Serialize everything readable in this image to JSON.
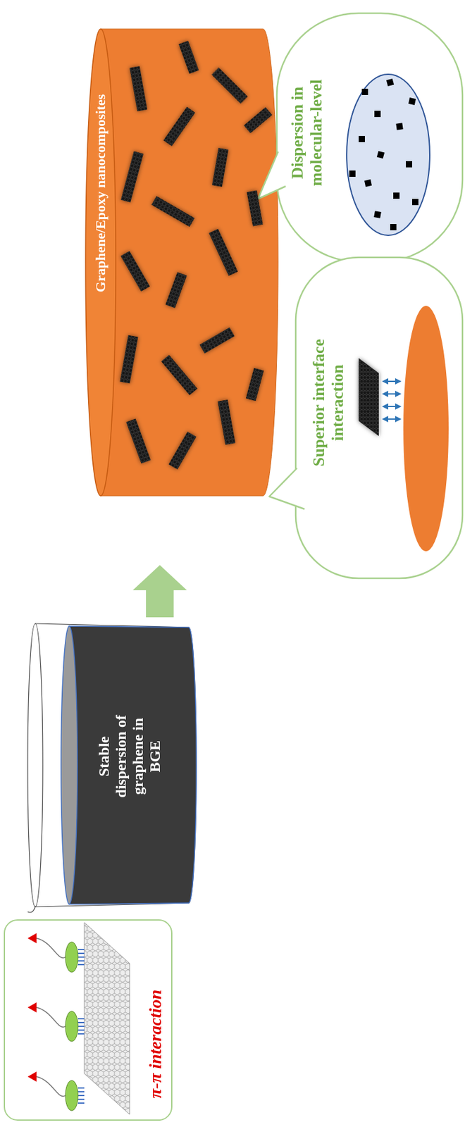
{
  "diagram": {
    "nodes": [
      {
        "text": [
          "Stable dispersion of graphene in BGE"
        ]
      },
      {
        "text": [
          "π-π interaction"
        ]
      },
      {
        "text": [
          "Graphene/Epoxy nanocomposites"
        ]
      },
      {
        "text": [
          "Dispersion in molecular-level"
        ]
      },
      {
        "text": [
          "Superior interface interaction"
        ]
      }
    ],
    "edges": [
      {
        "from": 0,
        "to": 2,
        "arrow": "to"
      }
    ]
  }
}
